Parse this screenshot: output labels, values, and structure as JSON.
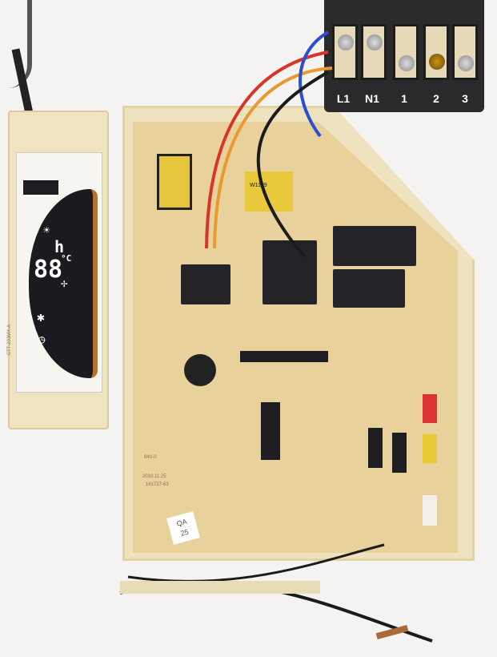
{
  "terminal_block": {
    "labels": [
      "L1",
      "N1",
      "1",
      "2",
      "3"
    ]
  },
  "display_board": {
    "digits": "88",
    "unit_h": "h",
    "unit_c": "°C",
    "model": "CTT-203MX-A"
  },
  "main_board": {
    "relay_text": "W1109",
    "date": "2010.11.25",
    "cert": "94V-0",
    "code": "161727-63"
  },
  "qa_sticker": {
    "line1": "QA",
    "line2": "25"
  },
  "colors": {
    "board": "#e8d19a",
    "case": "#efe3bf",
    "terminal": "#2a2a2c"
  }
}
